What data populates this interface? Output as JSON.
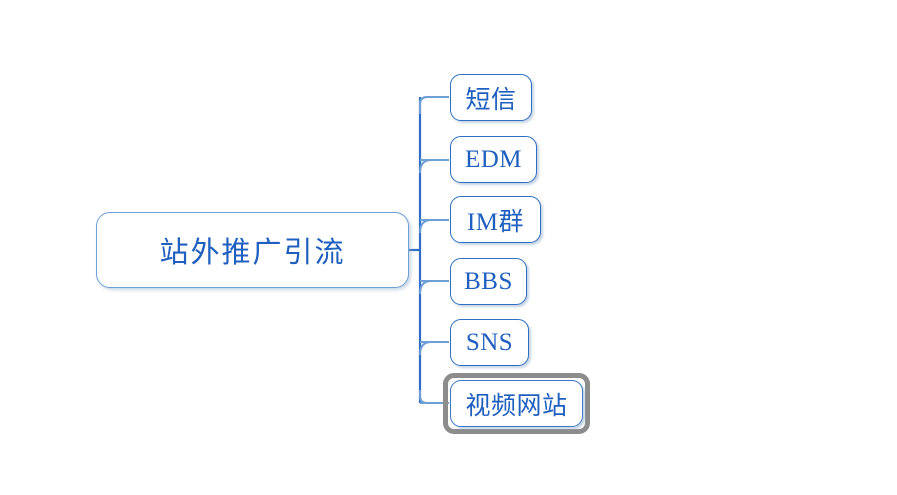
{
  "diagram": {
    "type": "mind-map",
    "title": "站外推广引流",
    "orientation": "left-to-right",
    "background_color": "#FFFFFF",
    "node_border_color": "#2E6FC4",
    "node_text_color": "#1F5FC0",
    "connector_color": "#5B8FD4",
    "trunk_color": "#2E6FC4",
    "selection_border_color": "#8C8C8C",
    "root": {
      "label": "站外推广引流"
    },
    "children": [
      {
        "label": "短信",
        "selected": false
      },
      {
        "label": "EDM",
        "selected": false
      },
      {
        "label": "IM群",
        "selected": false
      },
      {
        "label": "BBS",
        "selected": false
      },
      {
        "label": "SNS",
        "selected": false
      },
      {
        "label": "视频网站",
        "selected": true
      }
    ]
  }
}
